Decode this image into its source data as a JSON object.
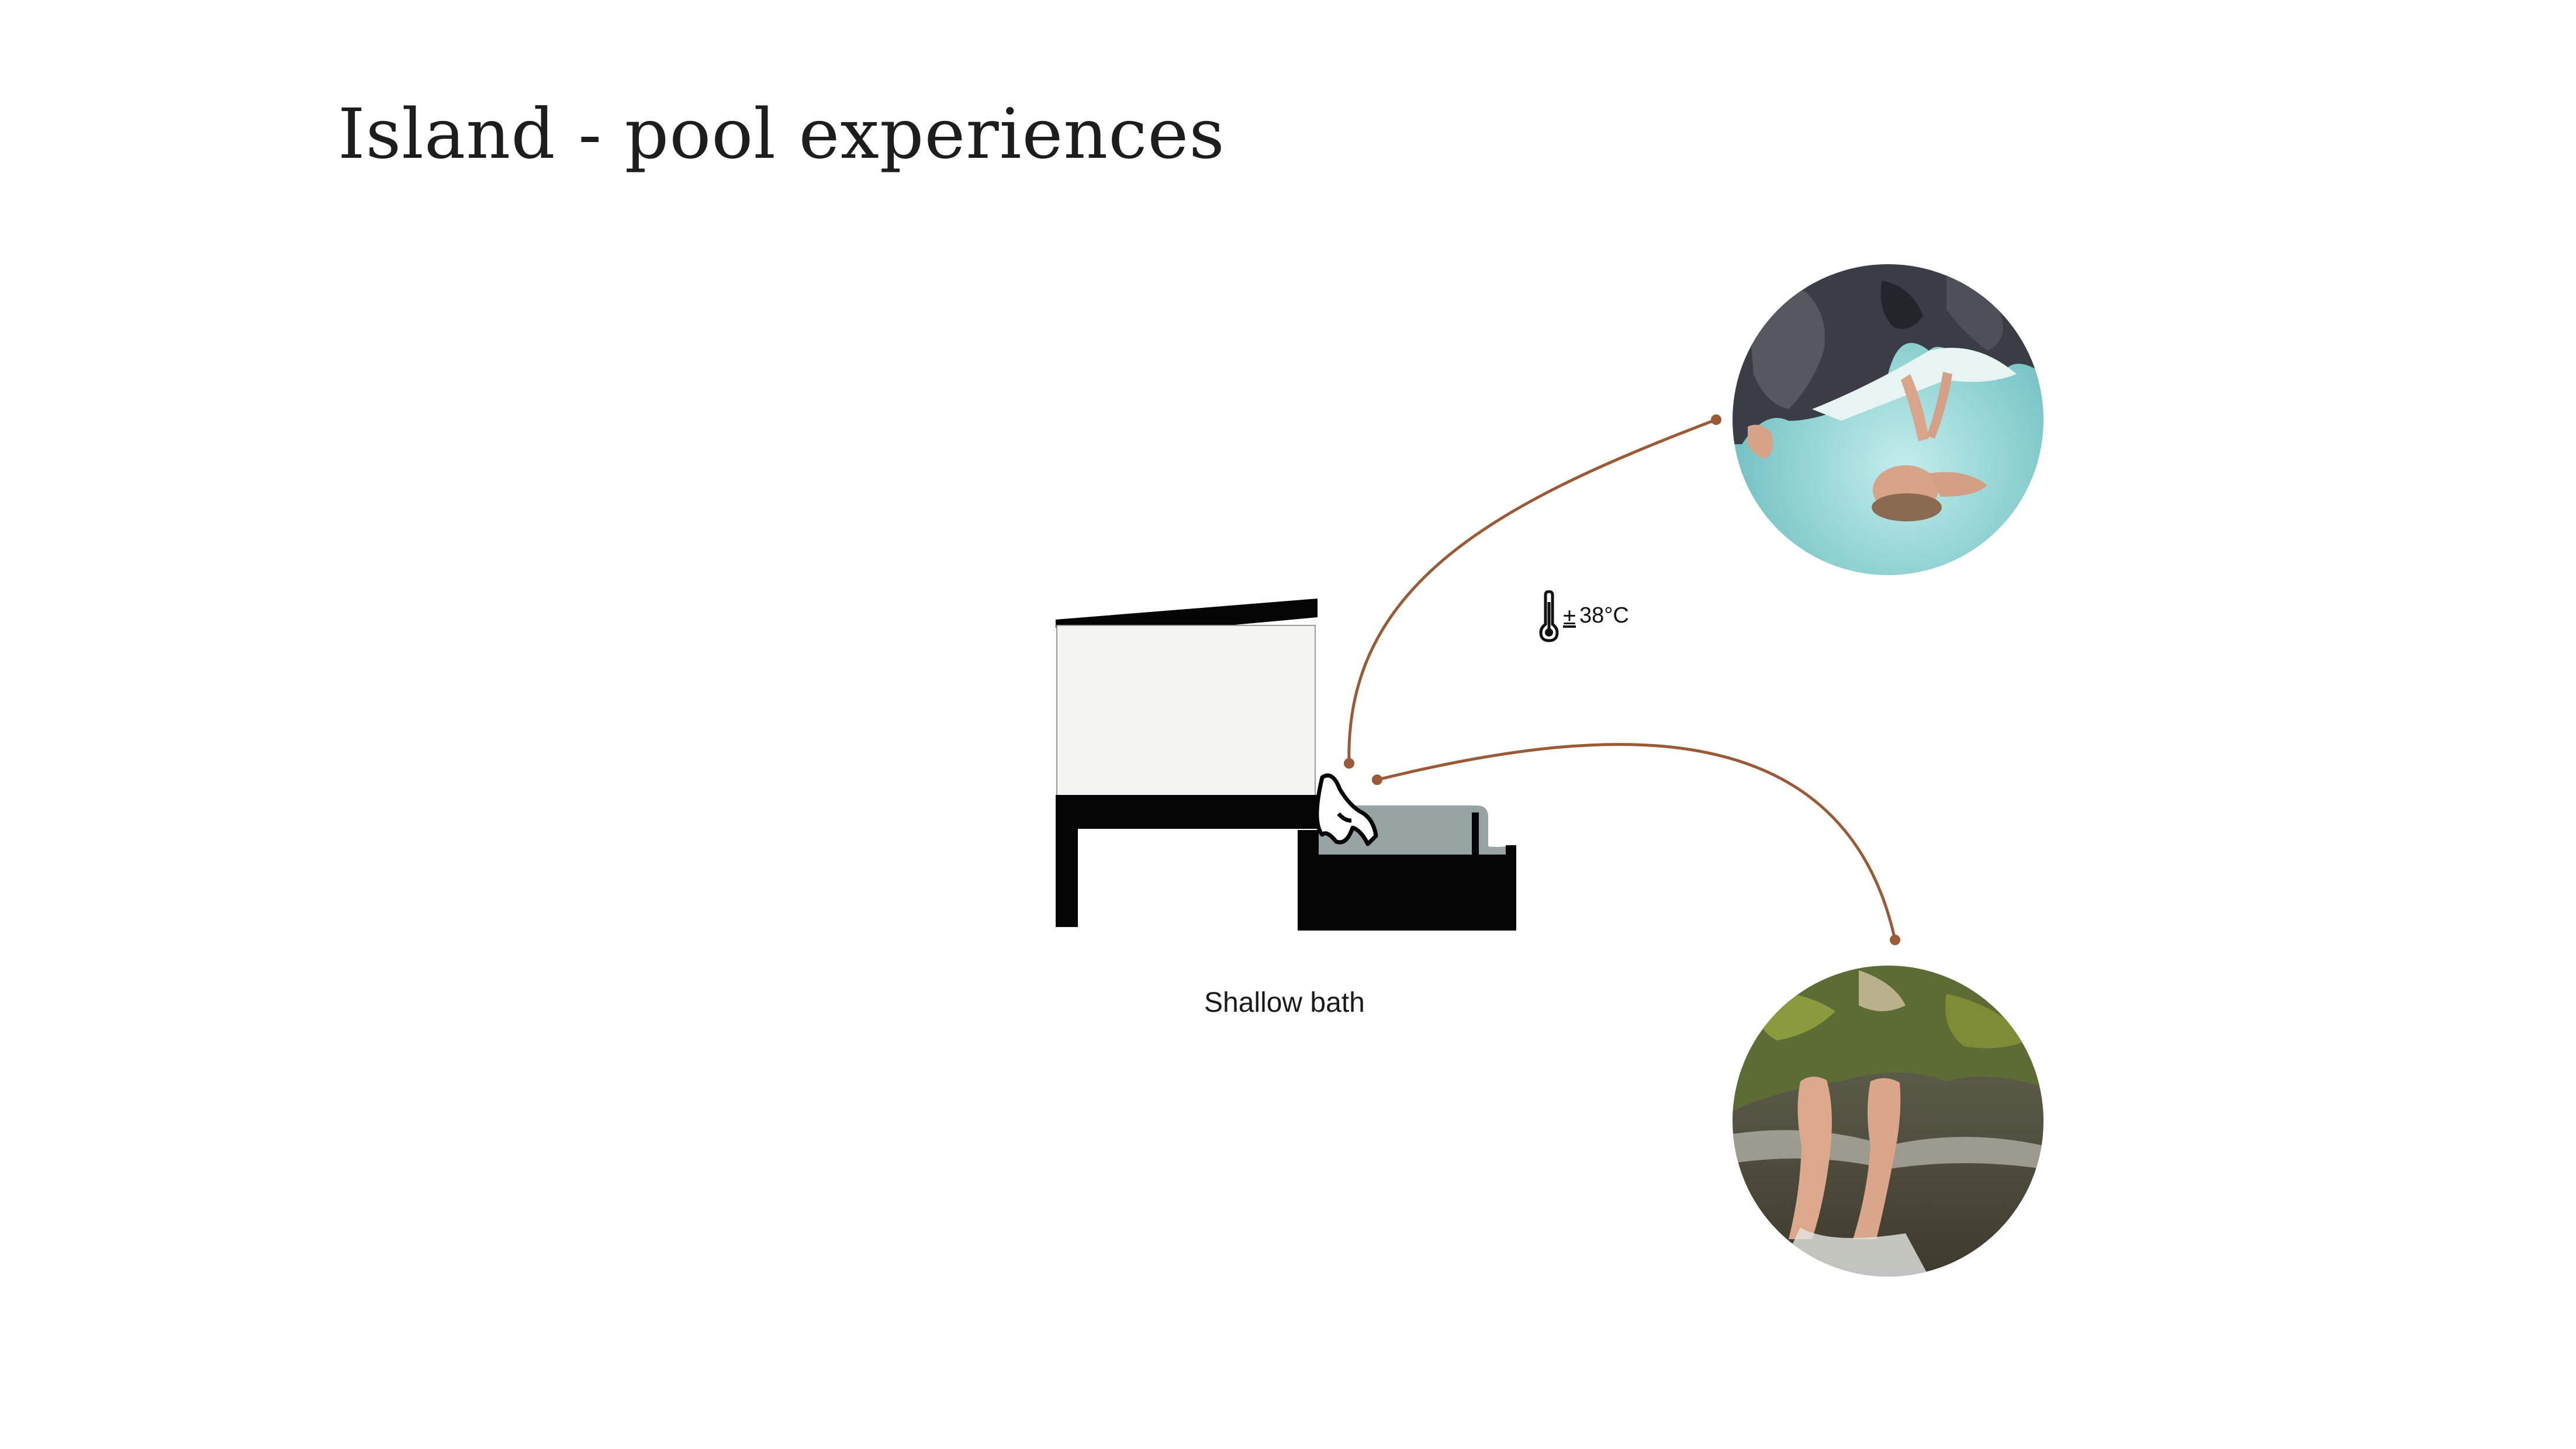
{
  "title": "Island - pool experiences",
  "caption": "Shallow bath",
  "temperature": {
    "prefix": "±",
    "value": "38°C"
  },
  "colors": {
    "connector": "#9a5a36",
    "structure": "#050505",
    "glass": "#f4f4f3",
    "water": "#98a3a4",
    "pool_photo_water": "#8fd2d2",
    "stream_photo_moss": "#6e7b2e"
  },
  "icons": [
    "thermometer-icon",
    "bather-figure-icon"
  ]
}
